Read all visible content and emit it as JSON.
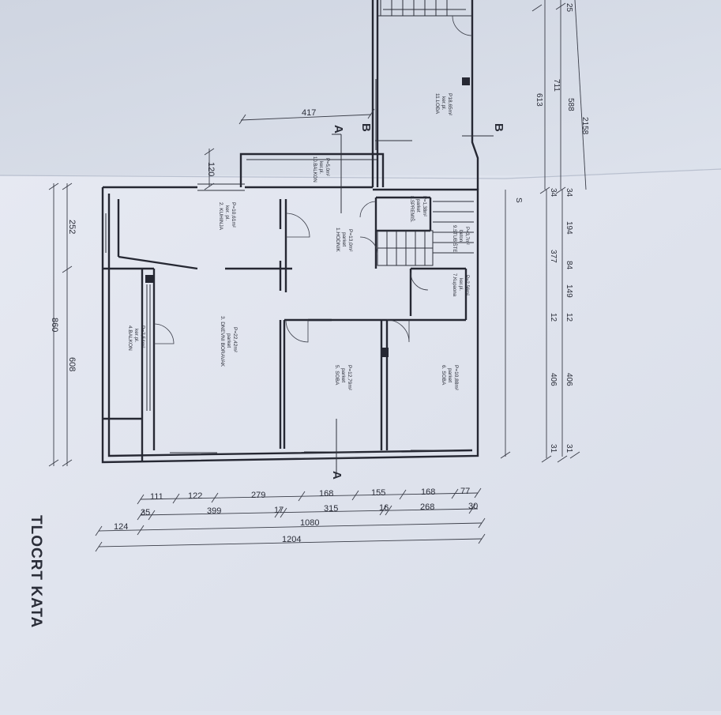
{
  "title": "TLOCRT KATA",
  "rooms": [
    {
      "id": "r2",
      "lines": [
        "2. KUHINJA",
        "ker. pl.",
        "P=10,61m²"
      ]
    },
    {
      "id": "r3",
      "lines": [
        "3. DNEVNI BORAVAK",
        "parket",
        "P=22,42m²"
      ]
    },
    {
      "id": "r4",
      "lines": [
        "4.BALKON",
        "ker.pl.",
        "P=7,54m²"
      ]
    },
    {
      "id": "r1",
      "lines": [
        "1.HODNIK",
        "parket",
        "P=13,0m²"
      ]
    },
    {
      "id": "r5",
      "lines": [
        "5. SOBA",
        "parket",
        "P=12,79m²"
      ]
    },
    {
      "id": "r6",
      "lines": [
        "6. SOBA",
        "parket",
        "P=10,88m²"
      ]
    },
    {
      "id": "r7",
      "lines": [
        "7.Kupaona",
        "ker.pl.",
        "P=2,56m²"
      ]
    },
    {
      "id": "r8",
      "lines": [
        "8.SPREMIŠ.",
        "parket",
        "P=1,38m²"
      ]
    },
    {
      "id": "r9",
      "lines": [
        "9.STUBIŠTE",
        "beton",
        "P=3,7m²"
      ]
    },
    {
      "id": "r10",
      "lines": [
        "10.BALKON",
        "ker.pl.",
        "P=5,0m²"
      ]
    },
    {
      "id": "r11",
      "lines": [
        "11.LOĐA",
        "ker.pl.",
        "P18,65m²"
      ]
    }
  ],
  "section_marks": {
    "a": "A",
    "b": "B"
  },
  "dims": {
    "bottom_row1": [
      "111",
      "122",
      "279",
      "168",
      "155",
      "168",
      "77"
    ],
    "bottom_row2": [
      "35",
      "399",
      "17",
      "315",
      "16",
      "268",
      "30"
    ],
    "bottom_row3": [
      "124",
      "1080"
    ],
    "bottom_row4": [
      "1204"
    ],
    "left": [
      "252",
      "860",
      "608",
      "120"
    ],
    "top_middle": "417",
    "right_col1": [
      "34",
      "194",
      "84",
      "149",
      "12",
      "406",
      "31"
    ],
    "right_col2": [
      "34",
      "377",
      "12",
      "406",
      "31"
    ],
    "right_top": [
      "25",
      "711",
      "588",
      "613",
      "2158"
    ],
    "right_s": "S"
  }
}
